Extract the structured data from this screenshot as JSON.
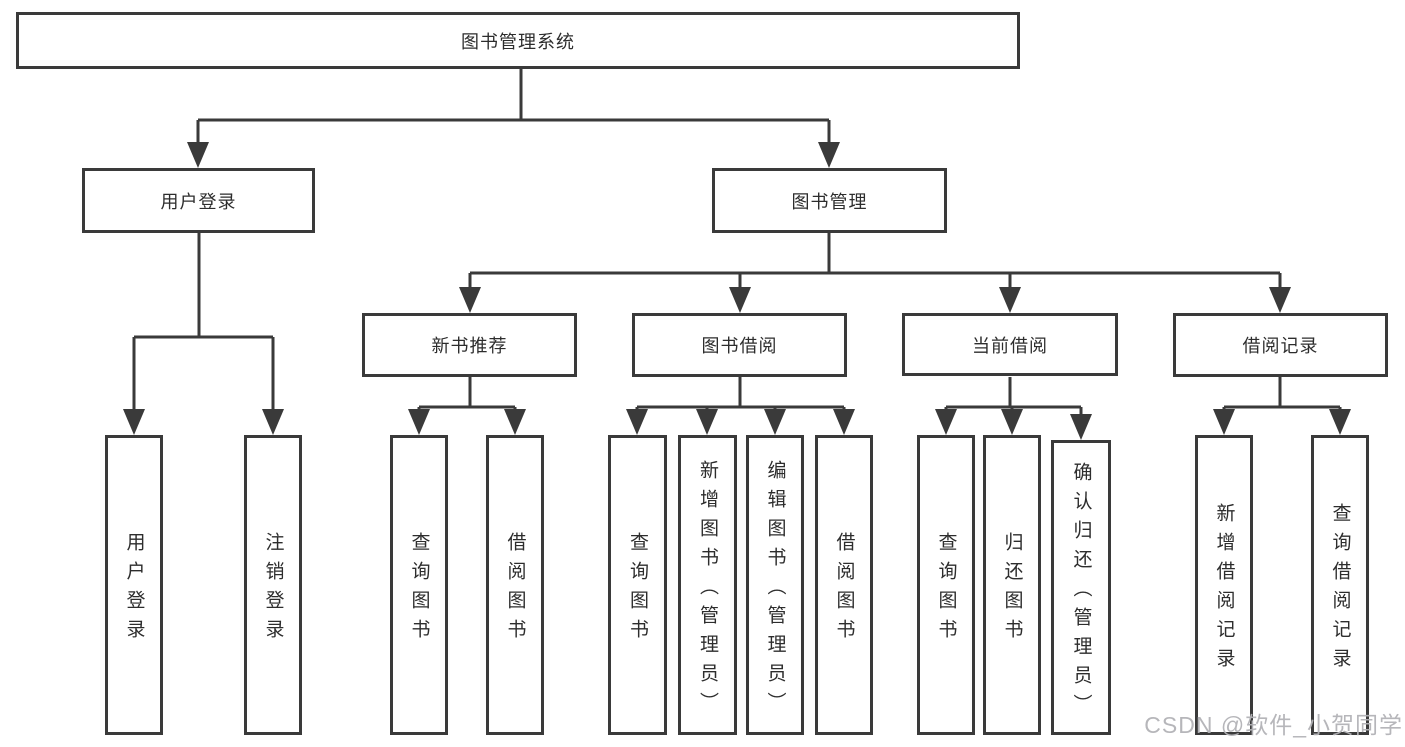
{
  "tree": {
    "root": {
      "label": "图书管理系统"
    },
    "branches": [
      {
        "label": "用户登录",
        "children": [
          {
            "label": "用户登录"
          },
          {
            "label": "注销登录"
          }
        ]
      },
      {
        "label": "图书管理",
        "children": [
          {
            "label": "新书推荐",
            "children": [
              {
                "label": "查询图书"
              },
              {
                "label": "借阅图书"
              }
            ]
          },
          {
            "label": "图书借阅",
            "children": [
              {
                "label": "查询图书"
              },
              {
                "label": "新增图书（管理员）"
              },
              {
                "label": "编辑图书（管理员）"
              },
              {
                "label": "借阅图书"
              }
            ]
          },
          {
            "label": "当前借阅",
            "children": [
              {
                "label": "查询图书"
              },
              {
                "label": "归还图书"
              },
              {
                "label": "确认归还（管理员）"
              }
            ]
          },
          {
            "label": "借阅记录",
            "children": [
              {
                "label": "新增借阅记录"
              },
              {
                "label": "查询借阅记录"
              }
            ]
          }
        ]
      }
    ]
  },
  "watermark": {
    "text": "CSDN @软件_小贺同学"
  },
  "colors": {
    "line": "#3a3a3a",
    "box_border": "#3a3a3a",
    "text": "#2d2d2d",
    "watermark": "#b6b6b6",
    "background": "#ffffff"
  }
}
